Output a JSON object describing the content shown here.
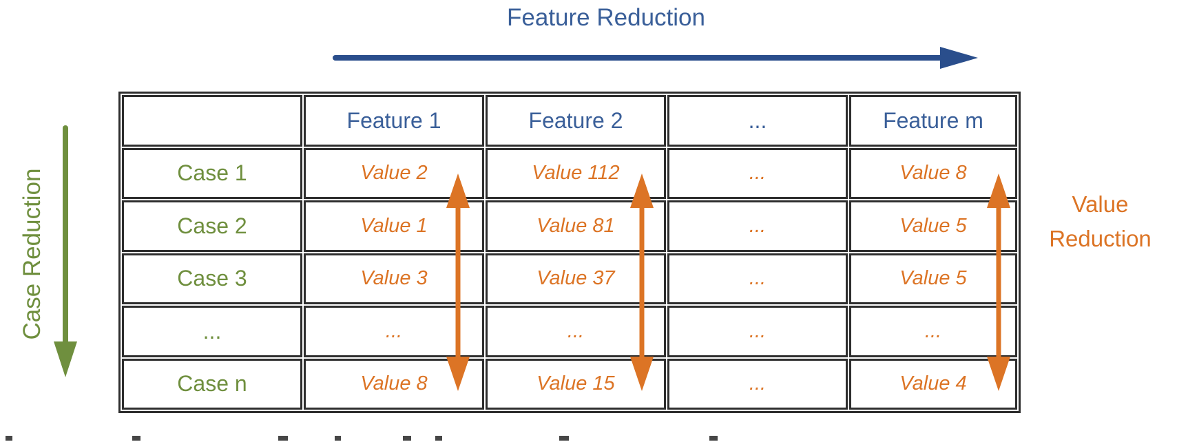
{
  "labels": {
    "feature_reduction": "Feature Reduction",
    "case_reduction": "Case Reduction",
    "value_reduction_line1": "Value",
    "value_reduction_line2": "Reduction"
  },
  "table": {
    "header": [
      "",
      "Feature 1",
      "Feature 2",
      "...",
      "Feature m"
    ],
    "rows": [
      {
        "case": "Case 1",
        "values": [
          "Value 2",
          "Value 112",
          "...",
          "Value 8"
        ]
      },
      {
        "case": "Case 2",
        "values": [
          "Value 1",
          "Value 81",
          "...",
          "Value 5"
        ]
      },
      {
        "case": "Case 3",
        "values": [
          "Value 3",
          "Value 37",
          "...",
          "Value 5"
        ]
      },
      {
        "case": "...",
        "values": [
          "...",
          "...",
          "...",
          "..."
        ]
      },
      {
        "case": "Case n",
        "values": [
          "Value 8",
          "Value 15",
          "...",
          "Value 4"
        ]
      }
    ]
  },
  "colors": {
    "blue-text": "#3A5F99",
    "blue-arrow": "#2A4E8C",
    "green": "#6F8F3E",
    "orange": "#DC7425",
    "border": "#2E2E2E"
  }
}
